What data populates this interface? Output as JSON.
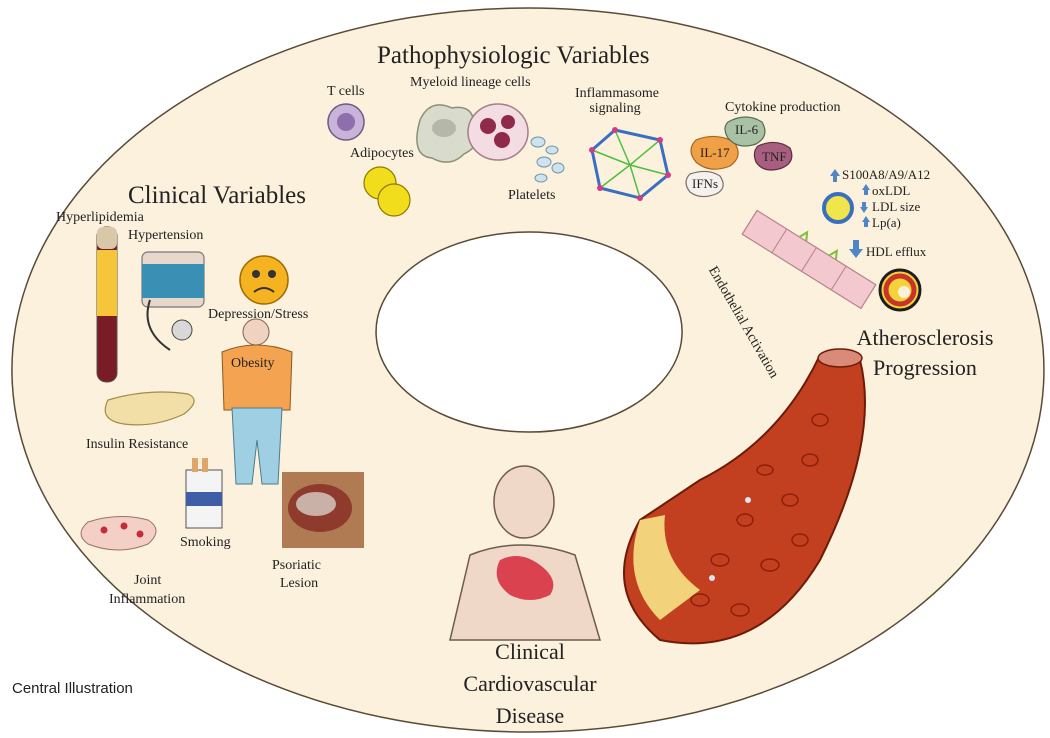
{
  "figure_caption": "Central Illustration",
  "sections": {
    "pathophysiologic": {
      "title": "Pathophysiologic Variables",
      "items": [
        "T cells",
        "Myeloid lineage cells",
        "Adipocytes",
        "Platelets",
        "Inflammasome signaling",
        "Cytokine production"
      ]
    },
    "cytokines": [
      "IL-6",
      "IL-17",
      "TNF",
      "IFNs"
    ],
    "lipid_markers": [
      "S100A8/A9/A12",
      "oxLDL",
      "LDL size",
      "Lp(a)",
      "HDL efflux"
    ],
    "endothelial": "Endothelial Activation",
    "atherosclerosis": [
      "Atherosclerosis",
      "Progression"
    ],
    "clinical": {
      "title": "Clinical Variables",
      "items": [
        "Hyperlipidemia",
        "Hypertension",
        "Depression/Stress",
        "Obesity",
        "Insulin Resistance",
        "Smoking",
        "Psoriatic",
        "Lesion",
        "Joint",
        "Inflammation"
      ]
    },
    "outcome": [
      "Clinical",
      "Cardiovascular",
      "Disease"
    ]
  },
  "colors": {
    "ring": "#fbf1dc",
    "ring_edge": "#5a4a38",
    "artery": "#c2401f",
    "plaque": "#f2d27a",
    "arrow_blue": "#4f86c6"
  }
}
